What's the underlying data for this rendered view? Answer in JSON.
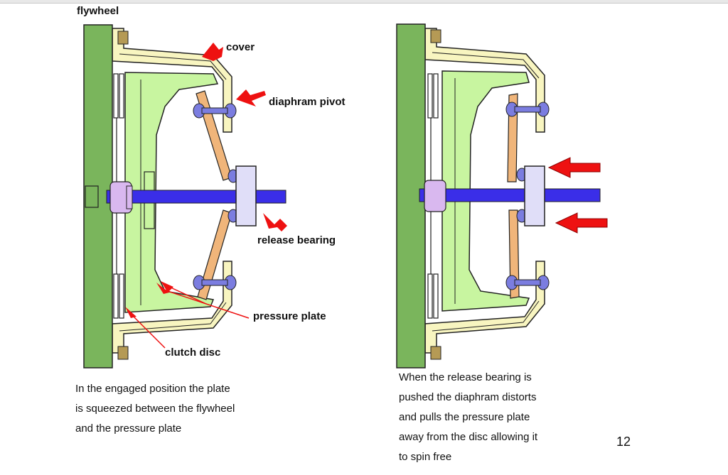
{
  "labels": {
    "flywheel": "flywheel",
    "cover": "cover",
    "diaphram_pivot": "diaphram pivot",
    "release_bearing": "release bearing",
    "pressure_plate": "pressure plate",
    "clutch_disc": "clutch disc"
  },
  "captions": {
    "engaged": [
      "In the engaged position the plate",
      "is squeezed between the flywheel",
      "and the pressure plate"
    ],
    "released": [
      "When the release bearing is",
      "pushed the diaphram distorts",
      "and pulls the pressure plate",
      "away from the disc allowing it",
      "to spin free"
    ]
  },
  "page_number": "12",
  "colors": {
    "flywheel": "#7ab55c",
    "pressure_plate": "#c8f5a0",
    "cover": "#f8f5c0",
    "diaphragm": "#f0b57a",
    "shaft": "#3a2ee8",
    "bearing": "#e0def8",
    "hub": "#d9b8ef",
    "pivot": "#7b7de0",
    "arrow": "#ee1111",
    "bolt": "#b59a55"
  }
}
